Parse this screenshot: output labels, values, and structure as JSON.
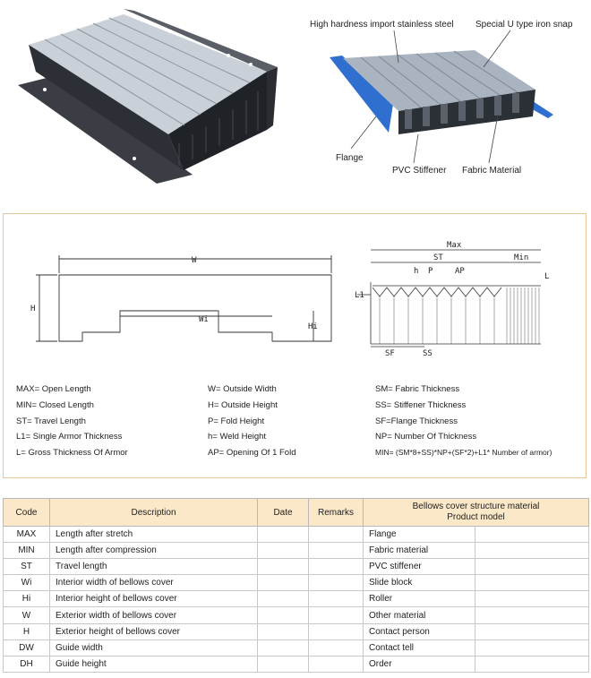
{
  "hero": {
    "callouts": {
      "steel": "High hardness import stainless steel",
      "snap": "Special U type iron snap",
      "flange": "Flange",
      "stiffener": "PVC Stiffener",
      "fabric": "Fabric Material"
    },
    "colors": {
      "flange_blue": "#2f6fd0",
      "steel_gray": "#a9b4c0",
      "fabric_dark": "#2b2f36"
    }
  },
  "spec": {
    "left_dims": {
      "w": "W",
      "wi": "Wi",
      "h": "H",
      "hi": "Hi"
    },
    "right_dims": {
      "max": "Max",
      "st": "ST",
      "min": "Min",
      "h": "h",
      "p": "P",
      "ap": "AP",
      "l1": "L1",
      "l": "L",
      "sf": "SF",
      "ss": "SS"
    },
    "legend": {
      "col1": [
        "MAX= Open Length",
        "MIN= Closed Length",
        "ST= Travel Length",
        "L1= Single Armor Thickness",
        "L= Gross Thickness Of Armor"
      ],
      "col2": [
        "W= Outside Width",
        "H= Outside Height",
        "P= Fold Height",
        "h= Weld Height",
        "AP= Opening Of 1 Fold"
      ],
      "col3": [
        "SM= Fabric Thickness",
        "SS= Stiffener Thickness",
        "SF=Flange Thickness",
        "NP= Number Of Thickness",
        "MIN= (SM*8+SS)*NP+(SF*2)+L1* Number of armor)"
      ]
    }
  },
  "table": {
    "headers": {
      "code": "Code",
      "description": "Description",
      "date": "Date",
      "remarks": "Remarks",
      "product_line1": "Bellows cover structure material",
      "product_line2": "Product model"
    },
    "rows": [
      {
        "code": "MAX",
        "description": "Length after stretch",
        "material": "Flange"
      },
      {
        "code": "MIN",
        "description": "Length after compression",
        "material": "Fabric material"
      },
      {
        "code": "ST",
        "description": "Travel length",
        "material": "PVC stiffener"
      },
      {
        "code": "Wi",
        "description": "Interior width of bellows cover",
        "material": "Slide block"
      },
      {
        "code": "Hi",
        "description": "Interior height of bellows cover",
        "material": "Roller"
      },
      {
        "code": "W",
        "description": "Exterior width of bellows cover",
        "material": "Other material"
      },
      {
        "code": "H",
        "description": "Exterior height of bellows cover",
        "material": "Contact person"
      },
      {
        "code": "DW",
        "description": "Guide width",
        "material": "Contact tell"
      },
      {
        "code": "DH",
        "description": "Guide height",
        "material": "Order"
      }
    ],
    "header_color": "#fbe8c9"
  }
}
